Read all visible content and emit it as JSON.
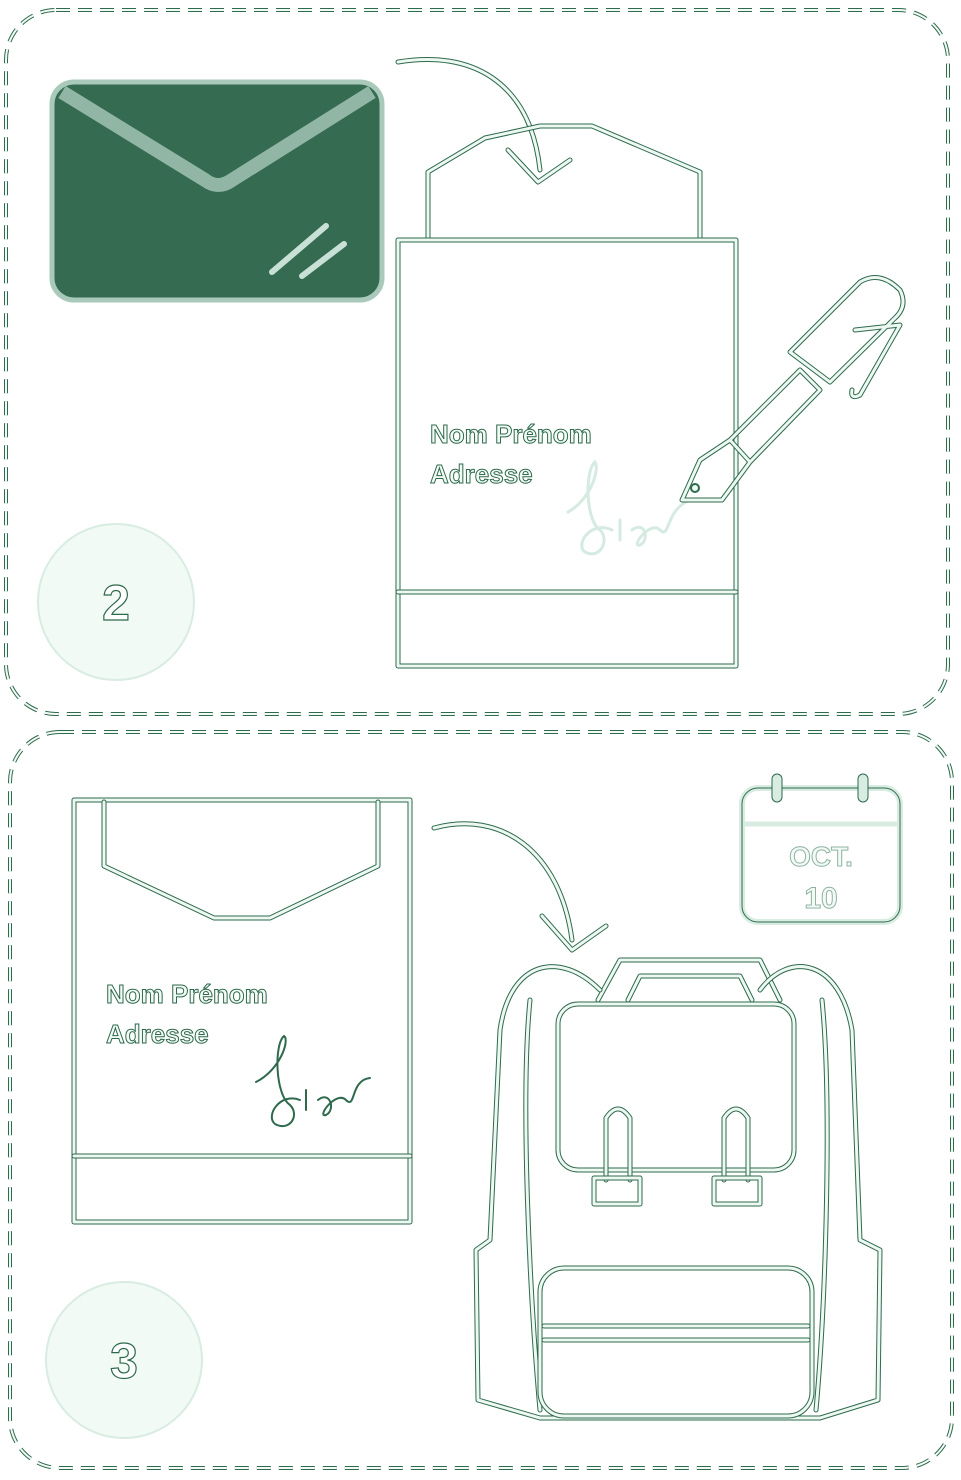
{
  "steps": [
    {
      "number": "2",
      "document": {
        "name_line": "Nom Prénom",
        "address_line": "Adresse"
      },
      "icons": [
        "envelope-icon",
        "document-icon",
        "fountain-pen-icon",
        "arrow-icon"
      ]
    },
    {
      "number": "3",
      "document": {
        "name_line": "Nom Prénom",
        "address_line": "Adresse"
      },
      "calendar": {
        "month": "OCT.",
        "day": "10"
      },
      "icons": [
        "document-icon",
        "backpack-icon",
        "calendar-icon",
        "arrow-icon"
      ]
    }
  ],
  "colors": {
    "outline": "#2e6a4d",
    "fill": "#eef8f3",
    "envelope": "#356b50"
  }
}
